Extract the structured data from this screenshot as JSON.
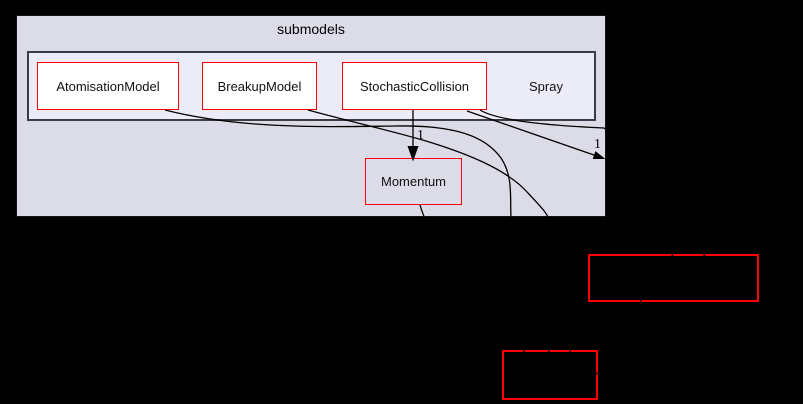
{
  "graph": {
    "outer_cluster": {
      "label": "submodels",
      "fill": "#dcdce8",
      "border_color": "#141418"
    },
    "inner_cluster": {
      "label": "Spray",
      "fill": "#ececf8",
      "border_color": "#3c3c46"
    },
    "nodes": [
      {
        "id": "atomisation-model",
        "label": "AtomisationModel",
        "border_color": "#ff0000",
        "fill": "#ffffff"
      },
      {
        "id": "breakup-model",
        "label": "BreakupModel",
        "border_color": "#ff0000",
        "fill": "#ffffff"
      },
      {
        "id": "stochastic-collision",
        "label": "StochasticCollision",
        "border_color": "#ff0000",
        "fill": "#ffffff"
      },
      {
        "id": "momentum",
        "label": "Momentum",
        "border_color": "#ff0000",
        "fill": "#dcdce8"
      },
      {
        "id": "external-1",
        "label": "",
        "border_color": "#ff0000",
        "fill": "#000000"
      },
      {
        "id": "external-2",
        "label": "",
        "border_color": "#ff0000",
        "fill": "#000000"
      }
    ],
    "edge_labels": [
      {
        "text": "1"
      },
      {
        "text": "1"
      }
    ],
    "edge_color": "#000000",
    "background": "#000000"
  }
}
